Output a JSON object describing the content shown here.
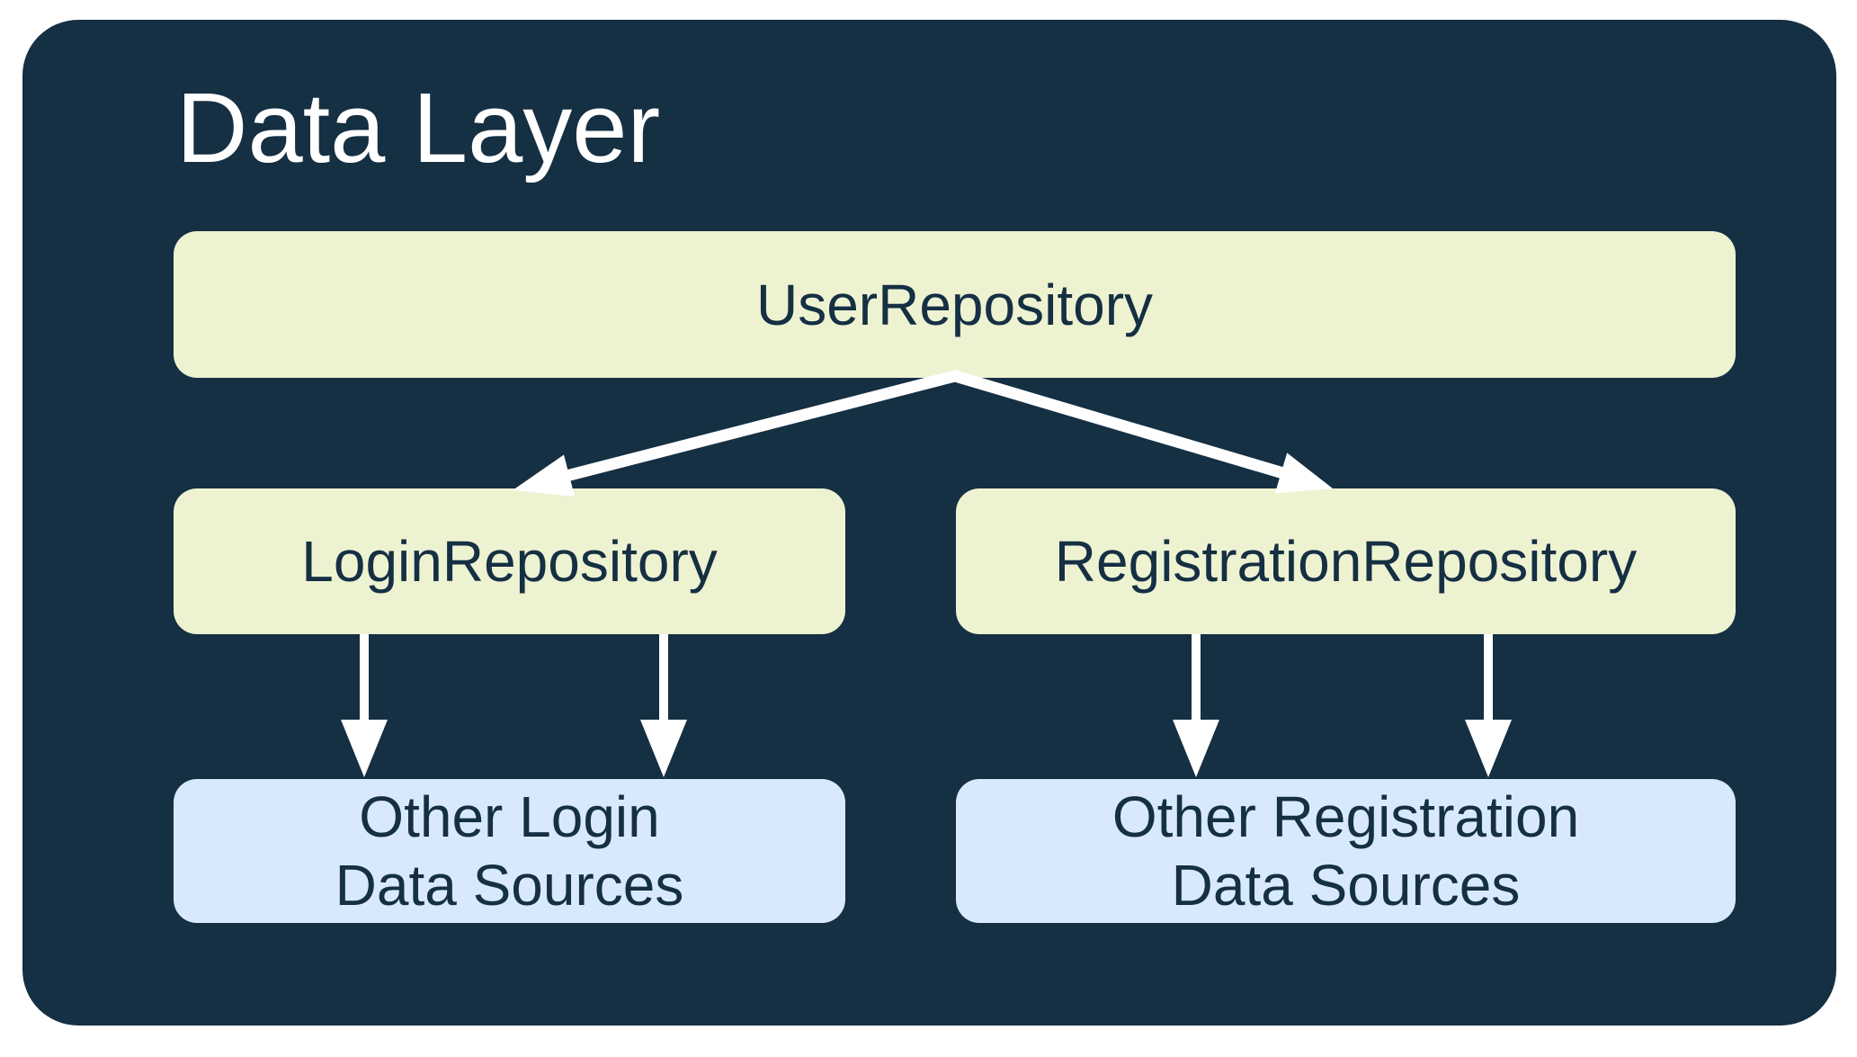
{
  "diagram": {
    "title": "Data Layer",
    "nodes": {
      "user_repository": {
        "label": "UserRepository"
      },
      "login_repository": {
        "label": "LoginRepository"
      },
      "registration_repository": {
        "label": "RegistrationRepository"
      },
      "other_login_data_sources": {
        "label_line1": "Other Login",
        "label_line2": "Data Sources"
      },
      "other_registration_data_sources": {
        "label_line1": "Other Registration",
        "label_line2": "Data Sources"
      }
    },
    "edges": [
      {
        "from": "UserRepository",
        "to": "LoginRepository",
        "arrows": 1
      },
      {
        "from": "UserRepository",
        "to": "RegistrationRepository",
        "arrows": 1
      },
      {
        "from": "LoginRepository",
        "to": "Other Login Data Sources",
        "arrows": 2
      },
      {
        "from": "RegistrationRepository",
        "to": "Other Registration Data Sources",
        "arrows": 2
      }
    ],
    "colors": {
      "page_background": "#ffffff",
      "container_background": "#152F43",
      "title_text": "#ffffff",
      "repository_box": "#EDF2D1",
      "data_source_box": "#D9E9FC",
      "node_text": "#152F43",
      "arrow": "#ffffff"
    }
  }
}
